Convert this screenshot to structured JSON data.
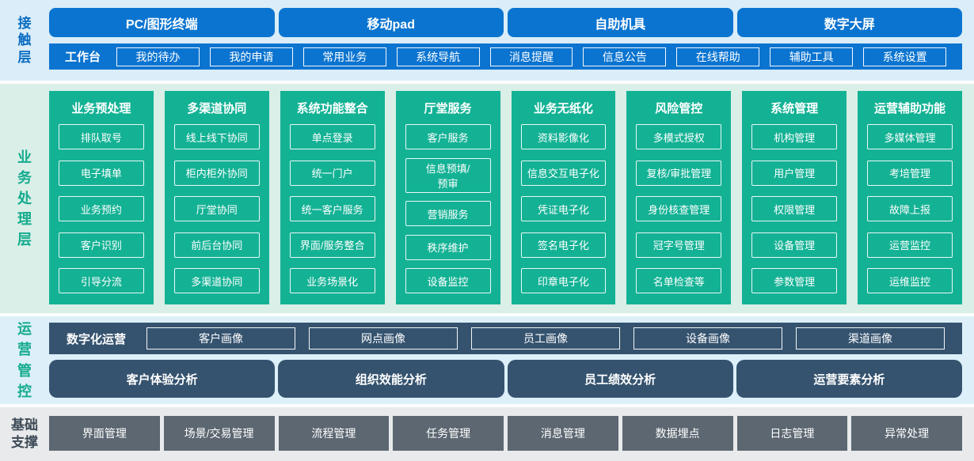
{
  "colors": {
    "primary_blue": "#0b74d0",
    "blue_label_text": "#0a6dc2",
    "light_blue_bg": "#daedf8",
    "teal_green": "#14b295",
    "green_label_text": "#14ab8e",
    "light_green_bg": "#d9efe7",
    "slate_blue": "#35536f",
    "light_blue_bg_ops": "#ddf0fa",
    "gray_button": "#5c6771",
    "light_gray_bg": "#e8eaeb",
    "dark_label_text": "#3d4a57"
  },
  "contact_layer": {
    "label": "接\n触\n层",
    "terminals": [
      "PC/图形终端",
      "移动pad",
      "自助机具",
      "数字大屏"
    ],
    "workbench": {
      "label": "工作台",
      "items": [
        "我的待办",
        "我的申请",
        "常用业务",
        "系统导航",
        "消息提醒",
        "信息公告",
        "在线帮助",
        "辅助工具",
        "系统设置"
      ]
    }
  },
  "business_layer": {
    "label": "业\n务\n处\n理\n层",
    "columns": [
      {
        "title": "业务预处理",
        "items": [
          "排队取号",
          "电子填单",
          "业务预约",
          "客户识别",
          "引导分流"
        ]
      },
      {
        "title": "多渠道协同",
        "items": [
          "线上线下协同",
          "柜内柜外协同",
          "厅堂协同",
          "前后台协同",
          "多渠道协同"
        ]
      },
      {
        "title": "系统功能整合",
        "items": [
          "单点登录",
          "统一门户",
          "统一客户服务",
          "界面/服务整合",
          "业务场景化"
        ]
      },
      {
        "title": "厅堂服务",
        "items": [
          "客户服务",
          "信息预填/\n预审",
          "营销服务",
          "秩序维护",
          "设备监控"
        ]
      },
      {
        "title": "业务无纸化",
        "items": [
          "资料影像化",
          "信息交互电子化",
          "凭证电子化",
          "签名电子化",
          "印章电子化"
        ]
      },
      {
        "title": "风险管控",
        "items": [
          "多模式授权",
          "复核/审批管理",
          "身份核查管理",
          "冠字号管理",
          "名单检查等"
        ]
      },
      {
        "title": "系统管理",
        "items": [
          "机构管理",
          "用户管理",
          "权限管理",
          "设备管理",
          "参数管理"
        ]
      },
      {
        "title": "运营辅助功能",
        "items": [
          "多媒体管理",
          "考培管理",
          "故障上报",
          "运营监控",
          "运维监控"
        ]
      }
    ]
  },
  "operations_layer": {
    "label": "运\n营\n管\n控",
    "digital_ops": {
      "label": "数字化运营",
      "items": [
        "客户画像",
        "网点画像",
        "员工画像",
        "设备画像",
        "渠道画像"
      ]
    },
    "analysis": [
      "客户体验分析",
      "组织效能分析",
      "员工绩效分析",
      "运营要素分析"
    ]
  },
  "foundation_layer": {
    "label": "基础\n支撑",
    "items": [
      "界面管理",
      "场景/交易管理",
      "流程管理",
      "任务管理",
      "消息管理",
      "数据埋点",
      "日志管理",
      "异常处理"
    ]
  }
}
